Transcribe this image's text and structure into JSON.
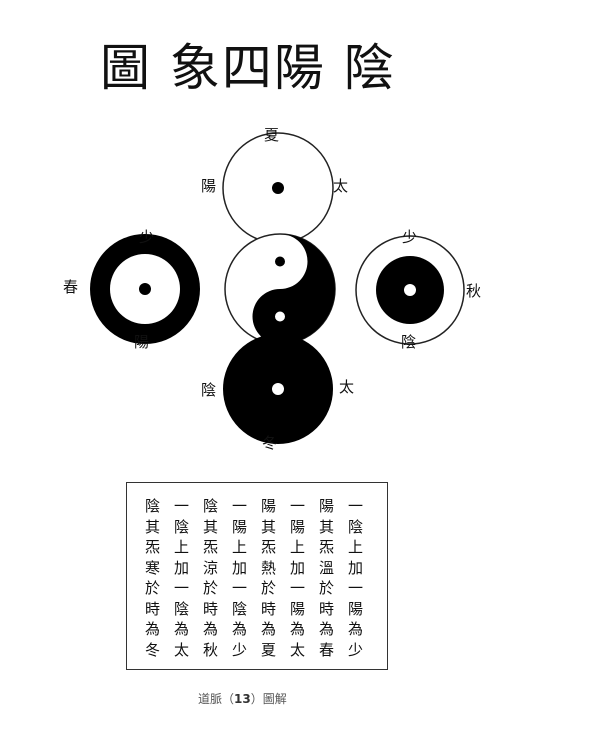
{
  "title": "圖 象四陽 陰",
  "labels": {
    "summer": "夏",
    "summer_left": "陽",
    "summer_right": "太",
    "spring_top": "少",
    "spring_left": "春",
    "spring_bottom": "陽",
    "autumn_top": "少",
    "autumn_right": "秋",
    "autumn_bottom": "陰",
    "winter_left": "陰",
    "winter_right": "太",
    "winter_bottom": "冬"
  },
  "table_rows": [
    [
      "陰",
      "一",
      "陰",
      "一",
      "陽",
      "一",
      "陽",
      "一"
    ],
    [
      "其",
      "陰",
      "其",
      "陽",
      "其",
      "陽",
      "其",
      "陰"
    ],
    [
      "炁",
      "上",
      "炁",
      "上",
      "炁",
      "上",
      "炁",
      "上"
    ],
    [
      "寒",
      "加",
      "涼",
      "加",
      "熱",
      "加",
      "溫",
      "加"
    ],
    [
      "於",
      "一",
      "於",
      "一",
      "於",
      "一",
      "於",
      "一"
    ],
    [
      "時",
      "陰",
      "時",
      "陰",
      "時",
      "陽",
      "時",
      "陽"
    ],
    [
      "為",
      "為",
      "為",
      "為",
      "為",
      "為",
      "為",
      "為"
    ],
    [
      "冬",
      "太",
      "秋",
      "少",
      "夏",
      "太",
      "春",
      "少"
    ]
  ],
  "caption": {
    "prefix": "道脈（",
    "number": "13",
    "suffix": "）圖解"
  }
}
